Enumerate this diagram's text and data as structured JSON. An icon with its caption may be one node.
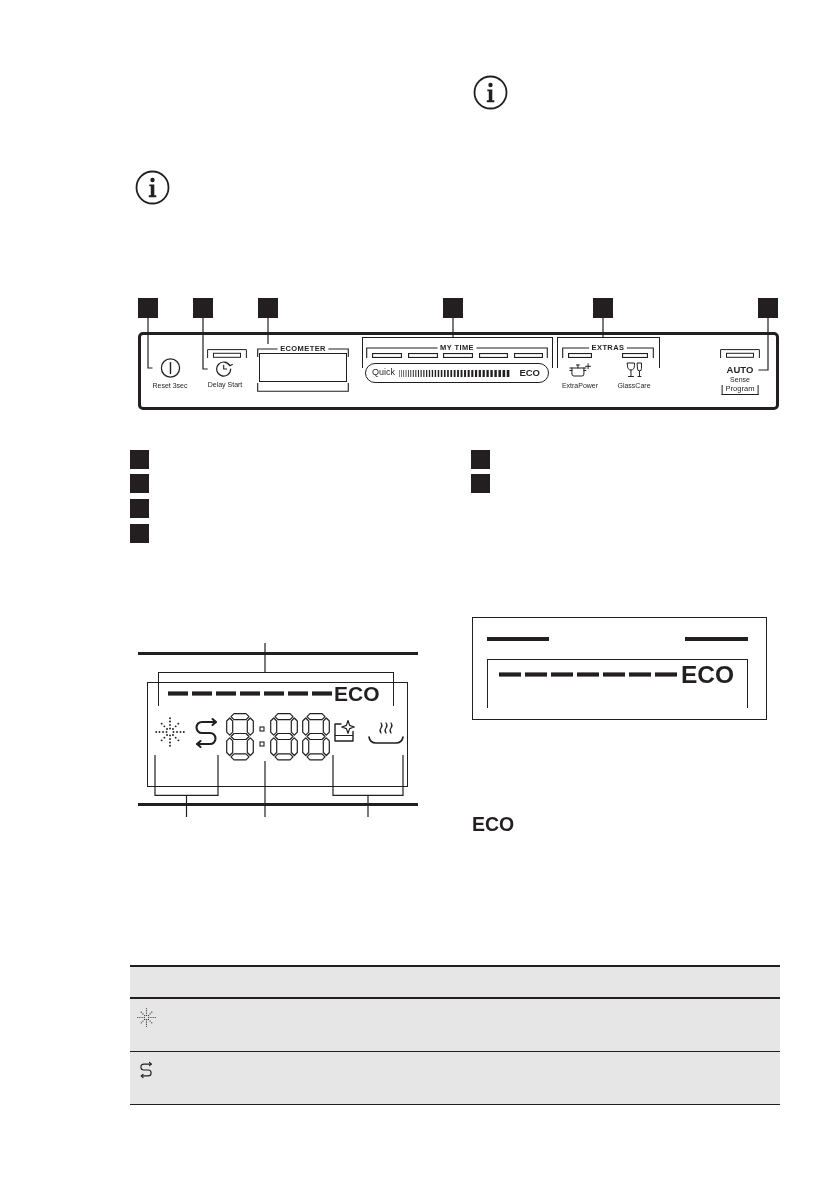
{
  "diagram": {
    "nodes": [
      {
        "text": [],
        "shape": "box"
      },
      {
        "text": [],
        "shape": "box"
      },
      {
        "text": [],
        "shape": "box"
      },
      {
        "text": [],
        "shape": "box"
      },
      {
        "text": [],
        "shape": "box"
      },
      {
        "text": [],
        "shape": "box"
      },
      {
        "text": [],
        "shape": "box"
      },
      {
        "text": [
          "Reset 3sec"
        ],
        "in": 6
      },
      {
        "text": [
          "Delay Start"
        ],
        "in": 6
      },
      {
        "text": [
          "ECOMETER"
        ],
        "in": 6
      },
      {
        "text": [
          "MY TIME"
        ],
        "in": 6
      },
      {
        "text": [
          "Quick",
          "ECO"
        ],
        "in": 10
      },
      {
        "text": [
          "EXTRAS"
        ],
        "in": 6
      },
      {
        "text": [
          "ExtraPower"
        ],
        "in": 12
      },
      {
        "text": [
          "GlassCare"
        ],
        "in": 12
      },
      {
        "text": [
          "AUTO",
          "Sense",
          "Program"
        ],
        "in": 6
      },
      {
        "text": [],
        "shape": "box"
      },
      {
        "text": [],
        "shape": "box"
      },
      {
        "text": [],
        "shape": "box"
      },
      {
        "text": [],
        "shape": "box"
      },
      {
        "text": [],
        "shape": "box"
      },
      {
        "text": [],
        "shape": "box"
      },
      {
        "text": [],
        "shape": "box"
      },
      {
        "text": [
          "ECO"
        ],
        "in": 22
      },
      {
        "text": [],
        "shape": "picture",
        "in": 22
      },
      {
        "text": [],
        "shape": "picture",
        "in": 22
      },
      {
        "text": [],
        "shape": "picture",
        "in": 22
      },
      {
        "text": [],
        "shape": "box"
      },
      {
        "text": [
          "ECO"
        ],
        "in": 27
      }
    ],
    "edges": [
      {
        "from": 0,
        "to": 7,
        "arrow": "none"
      },
      {
        "from": 1,
        "to": 8,
        "arrow": "none"
      },
      {
        "from": 2,
        "to": 9,
        "arrow": "none"
      },
      {
        "from": 3,
        "to": 10,
        "arrow": "none"
      },
      {
        "from": 4,
        "to": 12,
        "arrow": "none"
      },
      {
        "from": 5,
        "to": 15,
        "arrow": "none"
      },
      {
        "from": null,
        "to": 23,
        "arrow": "none"
      },
      {
        "from": null,
        "to": 24,
        "arrow": "none"
      },
      {
        "from": null,
        "to": 25,
        "arrow": "none"
      },
      {
        "from": null,
        "to": 26,
        "arrow": "none"
      }
    ],
    "labels": [
      "ECO"
    ]
  }
}
